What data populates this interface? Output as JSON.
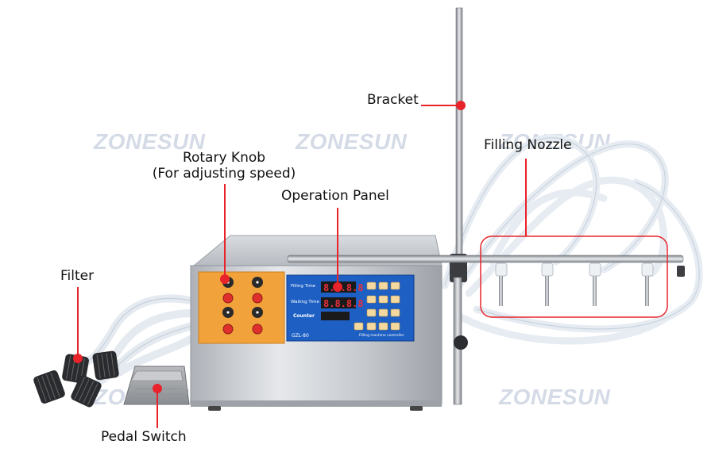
{
  "watermark": "ZONESUN",
  "labels": {
    "bracket": "Bracket",
    "filling_nozzle": "Filling Nozzle",
    "rotary_knob_line1": "Rotary Knob",
    "rotary_knob_line2": "(For adjusting speed)",
    "operation_panel": "Operation Panel",
    "filter": "Filter",
    "pedal_switch": "Pedal Switch"
  },
  "panel": {
    "filling_time": "Filling Time",
    "waiting_time": "Waiting Time",
    "counter": "Counter",
    "model": "GZL-80",
    "caption": "Filling machine controller"
  },
  "colors": {
    "callout_red": "#e8232a",
    "panel_blue": "#1e5fc4",
    "knob_panel_orange": "#f2a23a",
    "steel": "#c9ccd1"
  }
}
